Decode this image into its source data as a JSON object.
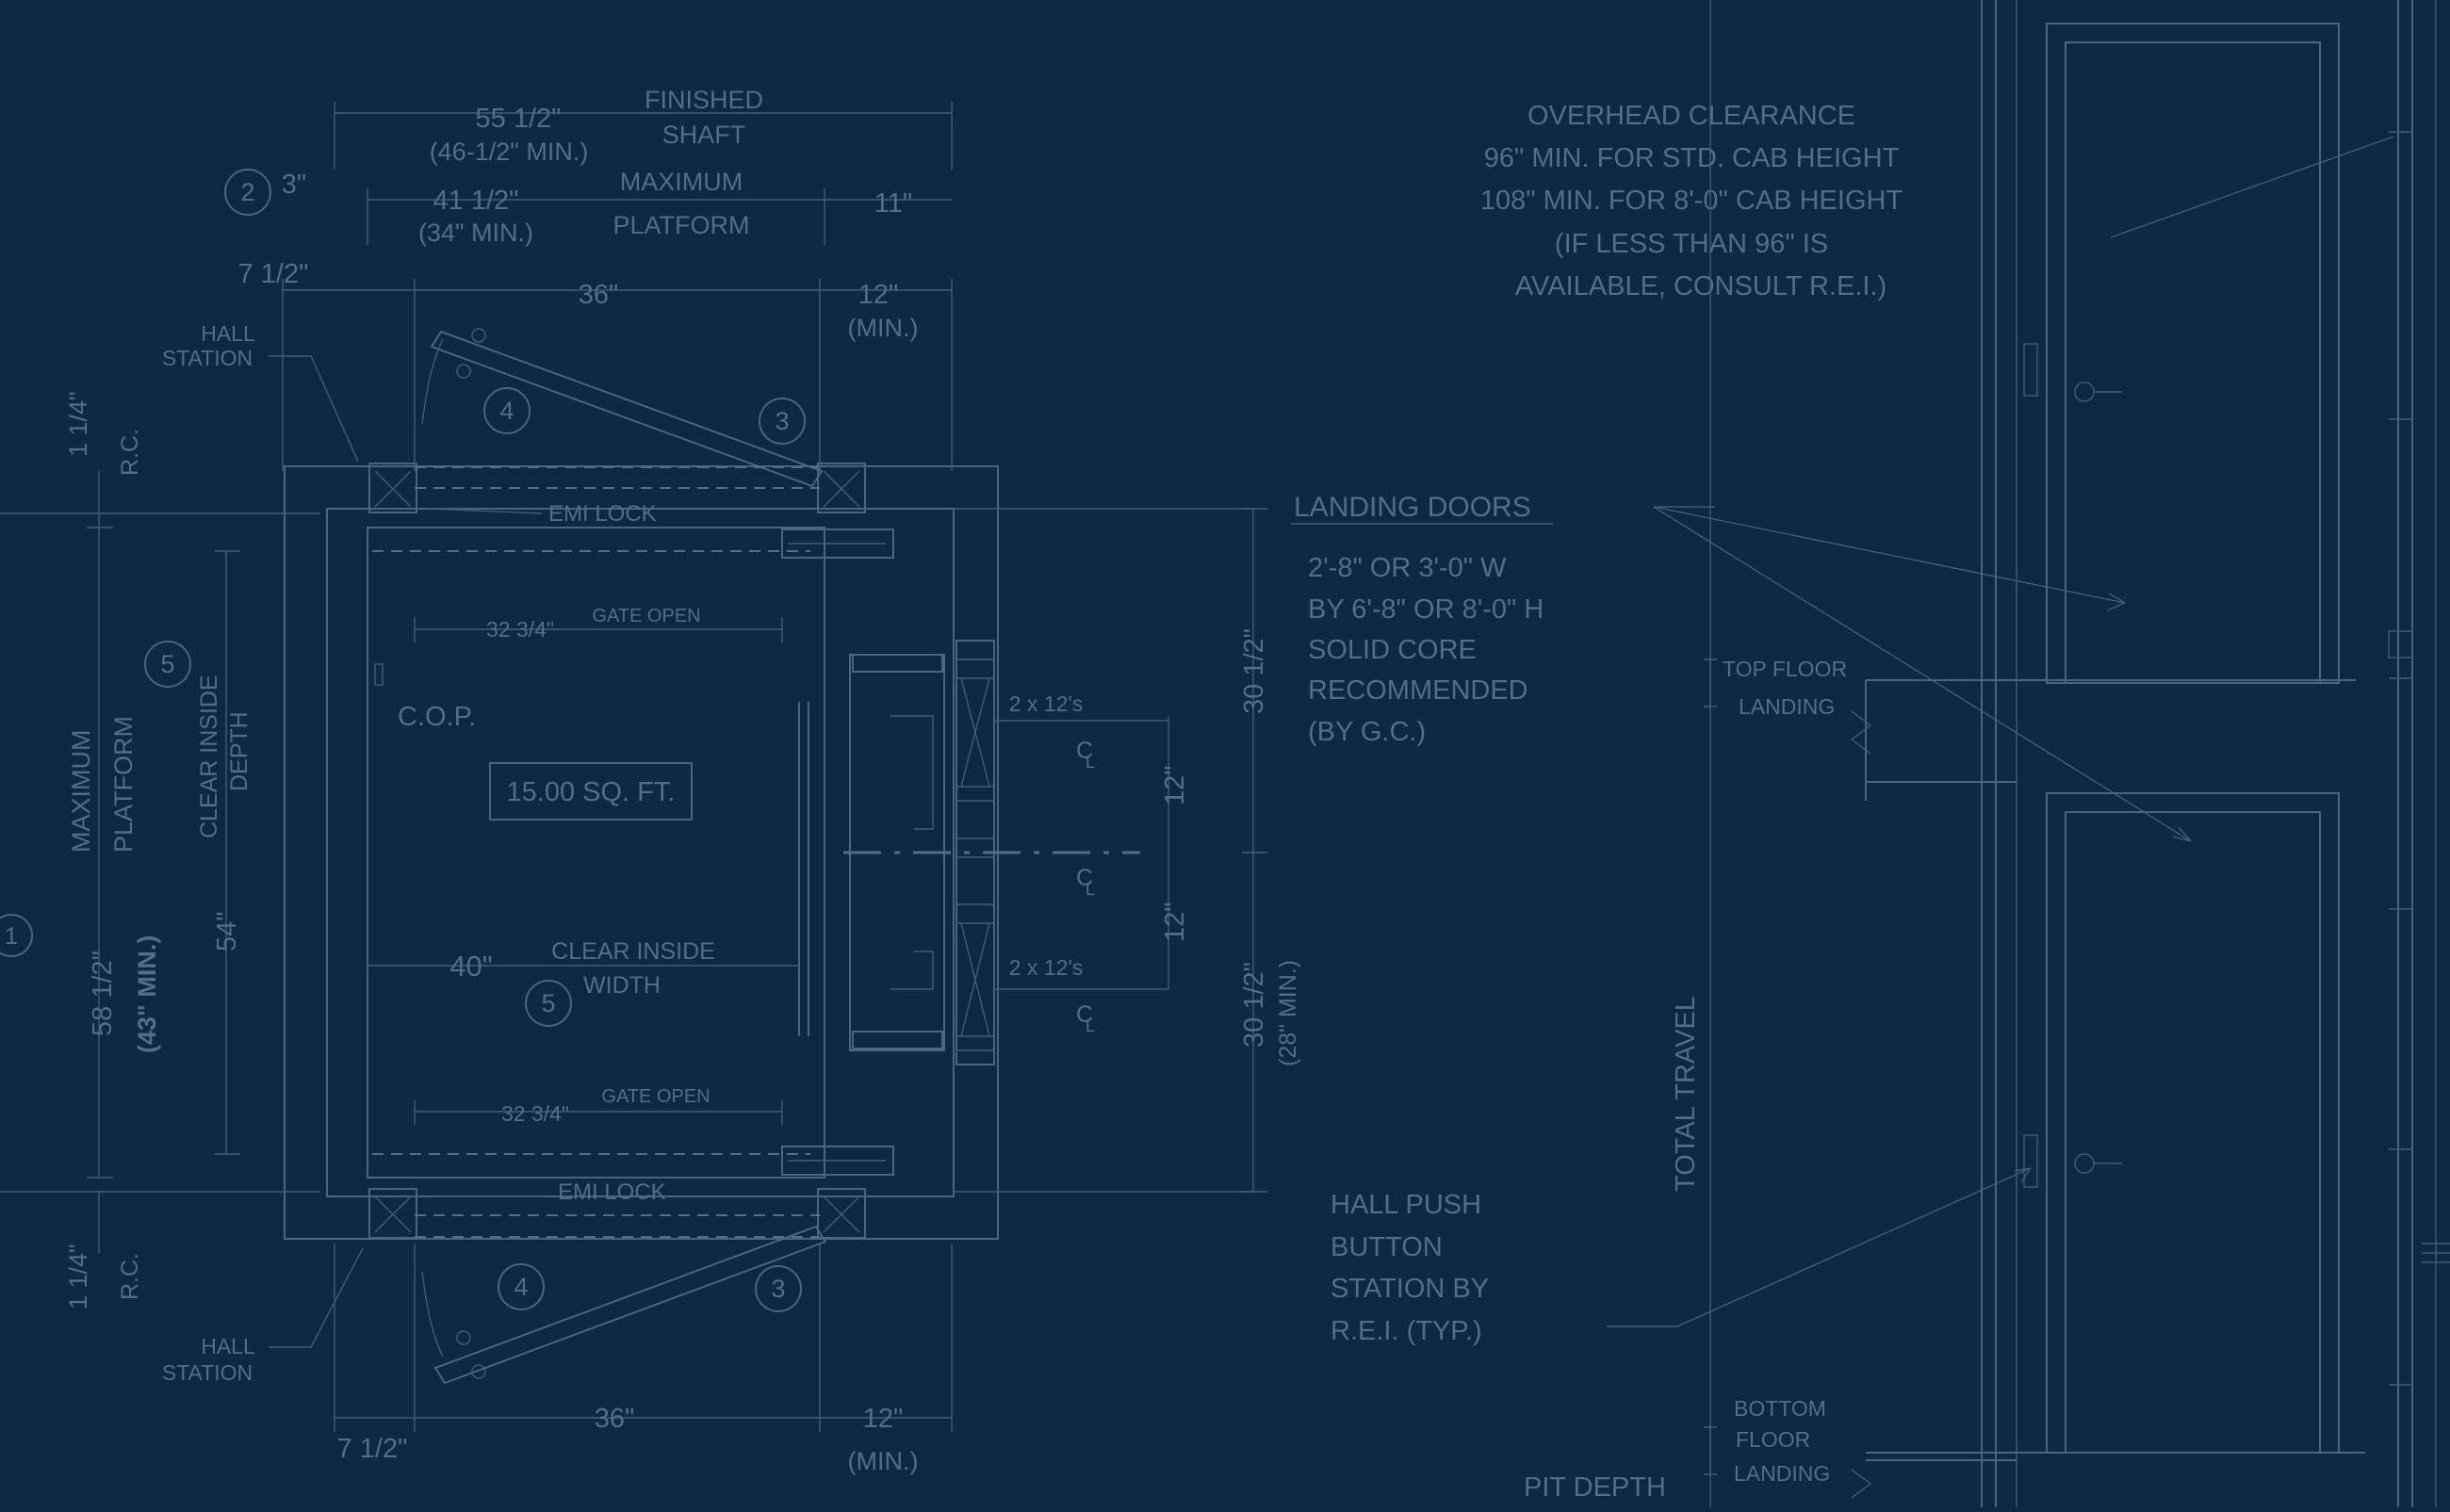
{
  "colors": {
    "background": "#0c2a45",
    "line": "#47667f",
    "text": "#4f6f8c"
  },
  "plan": {
    "dims": {
      "finished_shaft_width": "55 1/2\"",
      "finished_shaft_min": "(46-1/2\" MIN.)",
      "label_finished": "FINISHED",
      "label_shaft": "SHAFT",
      "bubble_2_offset": "3\"",
      "max_platform_width": "41 1/2\"",
      "max_platform_min": "(34\" MIN.)",
      "label_maximum": "MAXIMUM",
      "label_platform": "PLATFORM",
      "right_11": "11\"",
      "left_7half_top": "7 1/2\"",
      "gate_width_top": "36\"",
      "right_12_top": "12\"",
      "right_12_top_min": "(MIN.)",
      "rc_top": "1 1/4\"",
      "rc_label_top": "R.C.",
      "gate_open_top_dim": "32 3/4\"",
      "gate_open_top_label": "GATE OPEN",
      "clear_inside_width_dim": "40\"",
      "clear_inside_width_label1": "CLEAR INSIDE",
      "clear_inside_width_label2": "WIDTH",
      "gate_open_bottom_dim": "32 3/4\"",
      "gate_open_bottom_label": "GATE OPEN",
      "clear_depth_label1": "CLEAR INSIDE",
      "clear_depth_label2": "DEPTH",
      "clear_depth_dim": "54\"",
      "max_platform_depth_label1": "MAXIMUM",
      "max_platform_depth_label2": "PLATFORM",
      "max_platform_depth_dim": "58 1/2\"",
      "max_platform_depth_min": "(43\" MIN.)",
      "rail_top": "2 x 12's",
      "rail_bottom": "2 x 12's",
      "cl": "C",
      "cl_sub": "L",
      "rail_spacing_top": "12\"",
      "rail_spacing_bottom": "12\"",
      "right_depth_top": "30 1/2\"",
      "right_depth_bottom": "30 1/2\"",
      "right_depth_bottom_min": "(28\" MIN.)",
      "rc_bottom": "1 1/4\"",
      "rc_label_bottom": "R.C.",
      "left_7half_bottom": "7 1/2\"",
      "gate_width_bottom": "36\"",
      "right_12_bottom": "12\"",
      "right_12_bottom_min": "(MIN.)"
    },
    "labels": {
      "hall_station_top_1": "HALL",
      "hall_station_top_2": "STATION",
      "emi_lock_top": "EMI LOCK",
      "cop": "C.O.P.",
      "area": "15.00  SQ. FT.",
      "emi_lock_bottom": "EMI LOCK",
      "hall_station_bottom_1": "HALL",
      "hall_station_bottom_2": "STATION"
    },
    "bubbles": {
      "b1": "1",
      "b2": "2",
      "b3a": "3",
      "b3b": "3",
      "b4a": "4",
      "b4b": "4",
      "b5a": "5",
      "b5b": "5"
    }
  },
  "notes": {
    "overhead": [
      "OVERHEAD CLEARANCE",
      "96\" MIN. FOR STD. CAB HEIGHT",
      "108\" MIN. FOR 8'-0\" CAB HEIGHT",
      "(IF LESS THAN 96\" IS",
      "AVAILABLE, CONSULT R.E.I.)"
    ],
    "landing_doors_title": "LANDING DOORS",
    "landing_doors": [
      "2'-8\" OR 3'-0\" W",
      "BY 6'-8\" OR 8'-0\" H",
      "SOLID CORE",
      "RECOMMENDED",
      "(BY G.C.)"
    ],
    "hall_push": [
      "HALL PUSH",
      "BUTTON",
      "STATION BY",
      "R.E.I. (TYP.)"
    ]
  },
  "elevation": {
    "top_floor_1": "TOP FLOOR",
    "top_floor_2": "LANDING",
    "total_travel": "TOTAL TRAVEL",
    "bottom_floor_1": "BOTTOM",
    "bottom_floor_2": "FLOOR",
    "bottom_floor_3": "LANDING",
    "pit_depth": "PIT DEPTH"
  }
}
